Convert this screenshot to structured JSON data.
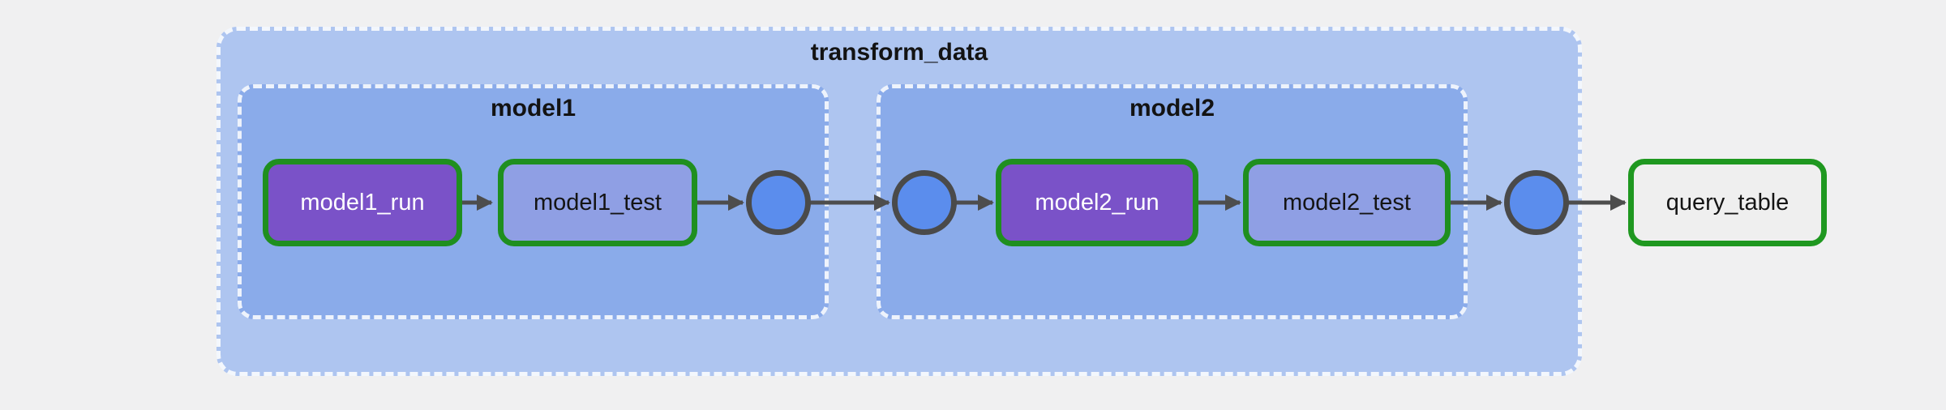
{
  "canvas": {
    "background": "#f0f0f1",
    "edge_color": "#4d4d4d"
  },
  "groups": {
    "transform_data": {
      "label": "transform_data",
      "fill": "#aec5f0",
      "border": "rgba(255,255,255,0.85)",
      "title_color": "#131313"
    },
    "model1": {
      "label": "model1",
      "fill": "#8aabea",
      "border": "rgba(255,255,255,0.85)",
      "title_color": "#131313"
    },
    "model2": {
      "label": "model2",
      "fill": "#8aabea",
      "border": "rgba(255,255,255,0.85)",
      "title_color": "#131313"
    }
  },
  "tasks": {
    "model1_run": {
      "label": "model1_run",
      "fill": "#7a52c8",
      "text_color": "#ffffff",
      "border_color": "#1f8f1f"
    },
    "model1_test": {
      "label": "model1_test",
      "fill": "#8f9fe4",
      "text_color": "#141414",
      "border_color": "#1f8f1f"
    },
    "model2_run": {
      "label": "model2_run",
      "fill": "#7a52c8",
      "text_color": "#ffffff",
      "border_color": "#1f8f1f"
    },
    "model2_test": {
      "label": "model2_test",
      "fill": "#8f9fe4",
      "text_color": "#141414",
      "border_color": "#1f8f1f"
    },
    "query_table": {
      "label": "query_table",
      "fill": "#efefef",
      "text_color": "#141414",
      "border_color": "#1f9820"
    }
  },
  "join_nodes": {
    "fill": "#5b8ded",
    "border_color": "#4a4a4a",
    "items": [
      "model1_join",
      "model2_join",
      "transform_data_join"
    ]
  },
  "edges": [
    {
      "from": "model1_run",
      "to": "model1_test"
    },
    {
      "from": "model1_test",
      "to": "model1_join"
    },
    {
      "from": "model1_join",
      "to": "model2_join"
    },
    {
      "from": "model2_join",
      "to": "model2_run"
    },
    {
      "from": "model2_run",
      "to": "model2_test"
    },
    {
      "from": "model2_test",
      "to": "transform_data_join"
    },
    {
      "from": "transform_data_join",
      "to": "query_table"
    }
  ]
}
